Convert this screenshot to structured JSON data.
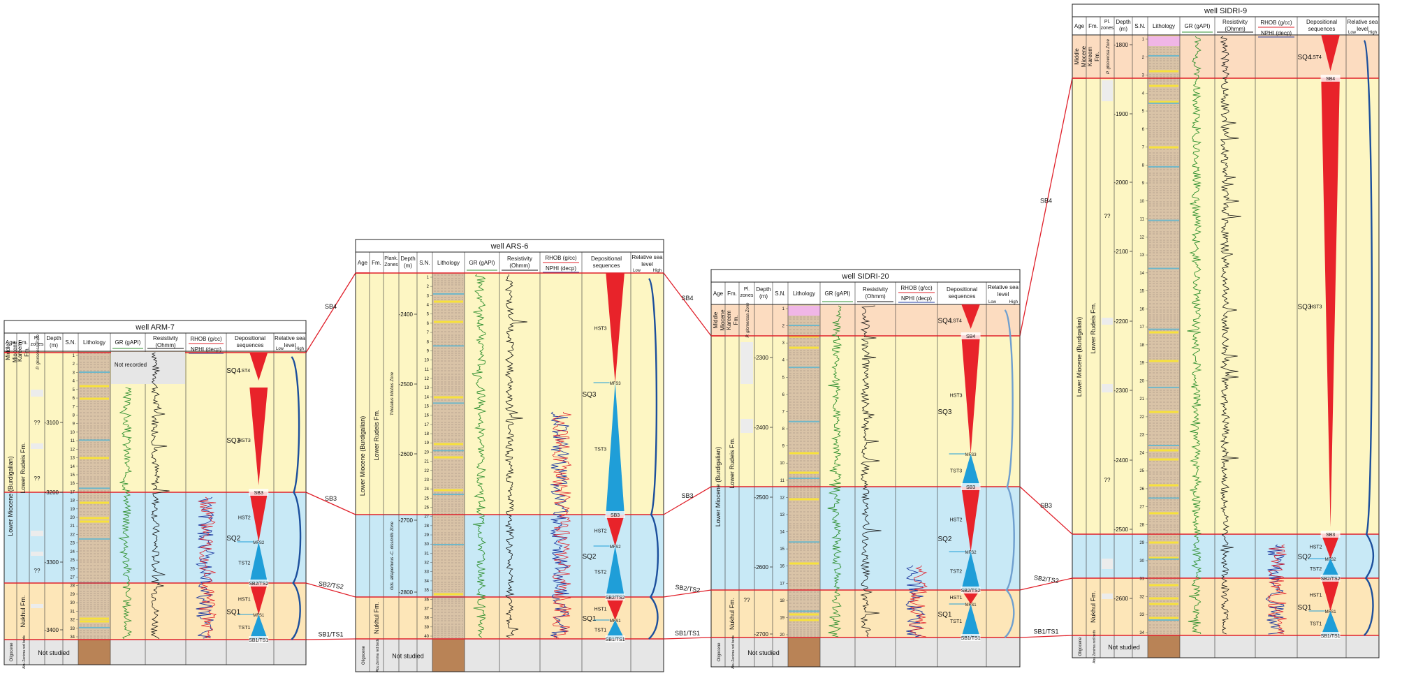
{
  "colors": {
    "middle_miocene": "#fcdcc0",
    "lower_rudeis": "#fdf6c3",
    "blue_sq2": "#c8e9f6",
    "nukhul": "#fde6b8",
    "not_studied": "#e6e6e6",
    "red_line": "#e0202a",
    "triangle_red": "#e8232a",
    "triangle_blue": "#1f9ed8",
    "gr_curve": "#2f8f2f",
    "res_curve": "#111111",
    "rhob_curve": "#e0202a",
    "nphi_curve": "#1f3aa0",
    "sea_level": "#1c4f9c",
    "sea_level_light": "#6f9fcf",
    "mfs_line": "#1f9ed8",
    "lithology_base": "#d9c3a7",
    "lithology_brown": "#b98356"
  },
  "headers": {
    "age": "Age",
    "fm": "Fm.",
    "zones_short": "Pl. zones",
    "zones_plank": "Plank. Zones",
    "depth": "Depth (m)",
    "sn": "S.N.",
    "lithology": "Lithology",
    "gr": "GR (gAPI)",
    "res": "Resistivity (Ohmm)",
    "rhob": "RHOB (g/cc)",
    "nphi": "NPHI (decp)",
    "dep": "Depositional sequences",
    "rsl": "Relative sea level",
    "low": "Low",
    "high": "High"
  },
  "labels": {
    "middle_miocene": "Middle Miocene",
    "kareem": "Kareem Fm.",
    "lower_miocene": "Lower Miocene (Burdigalian)",
    "lower_rudeis": "Lower Rudeis Fm.",
    "nukhul": "Nukhul Fm.",
    "oligocene": "Oligocene",
    "abu_zenima": "Abu Zenima red beds",
    "not_studied": "Not studied",
    "not_recorded": "Not recorded",
    "p_glomerosa": "P. glomerosa Zone",
    "trilobus": "Trilobatus trilobus Zone",
    "dissimilis": "Gds. altiaperturus -C. dissimilis Zone",
    "qq": "??"
  },
  "boundaries": {
    "sb4": "SB4",
    "sb3": "SB3",
    "sb2": "SB2/TS2",
    "sb1": "SB1/TS1"
  },
  "wells": [
    {
      "name": "well ARM-7",
      "depths": [
        "-3100",
        "-3200",
        "-3300",
        "-3400"
      ],
      "sequences": [
        {
          "name": "SQ4",
          "tracts": [
            "LST4"
          ]
        },
        {
          "name": "SQ3",
          "tracts": [
            "HST3"
          ]
        },
        {
          "name": "SQ2",
          "tracts": [
            "HST2",
            "MFS2",
            "TST2"
          ]
        },
        {
          "name": "SQ1",
          "tracts": [
            "HST1",
            "MFS1",
            "TST1"
          ]
        }
      ]
    },
    {
      "name": "well ARS-6",
      "depths": [
        "-2400",
        "-2500",
        "-2600",
        "-2700",
        "-2800"
      ],
      "sequences": [
        {
          "name": "SQ3",
          "tracts": [
            "HST3",
            "MFS3",
            "TST3"
          ]
        },
        {
          "name": "SQ2",
          "tracts": [
            "HST2",
            "MFS2",
            "TST2"
          ]
        },
        {
          "name": "SQ1",
          "tracts": [
            "HST1",
            "MFS1",
            "TST1"
          ]
        }
      ]
    },
    {
      "name": "well SIDRI-20",
      "depths": [
        "-2300",
        "-2400",
        "-2500",
        "-2600",
        "-2700"
      ],
      "sequences": [
        {
          "name": "SQ4",
          "tracts": [
            "LST4"
          ]
        },
        {
          "name": "SQ3",
          "tracts": [
            "HST3",
            "MFS3",
            "TST3"
          ]
        },
        {
          "name": "SQ2",
          "tracts": [
            "HST2",
            "MFS2",
            "TST2"
          ]
        },
        {
          "name": "SQ1",
          "tracts": [
            "HST1",
            "MFS1",
            "TST1"
          ]
        }
      ]
    },
    {
      "name": "well SIDRI-9",
      "depths": [
        "-1800",
        "-1900",
        "-2000",
        "-2100",
        "-2200",
        "-2300",
        "-2400",
        "-2500",
        "-2600"
      ],
      "sequences": [
        {
          "name": "SQ4",
          "tracts": [
            "LST4"
          ]
        },
        {
          "name": "SQ3",
          "tracts": [
            "HST3"
          ]
        },
        {
          "name": "SQ2",
          "tracts": [
            "HST2",
            "MFS2",
            "TST2"
          ]
        },
        {
          "name": "SQ1",
          "tracts": [
            "HST1",
            "MFS1",
            "TST1"
          ]
        }
      ]
    }
  ]
}
